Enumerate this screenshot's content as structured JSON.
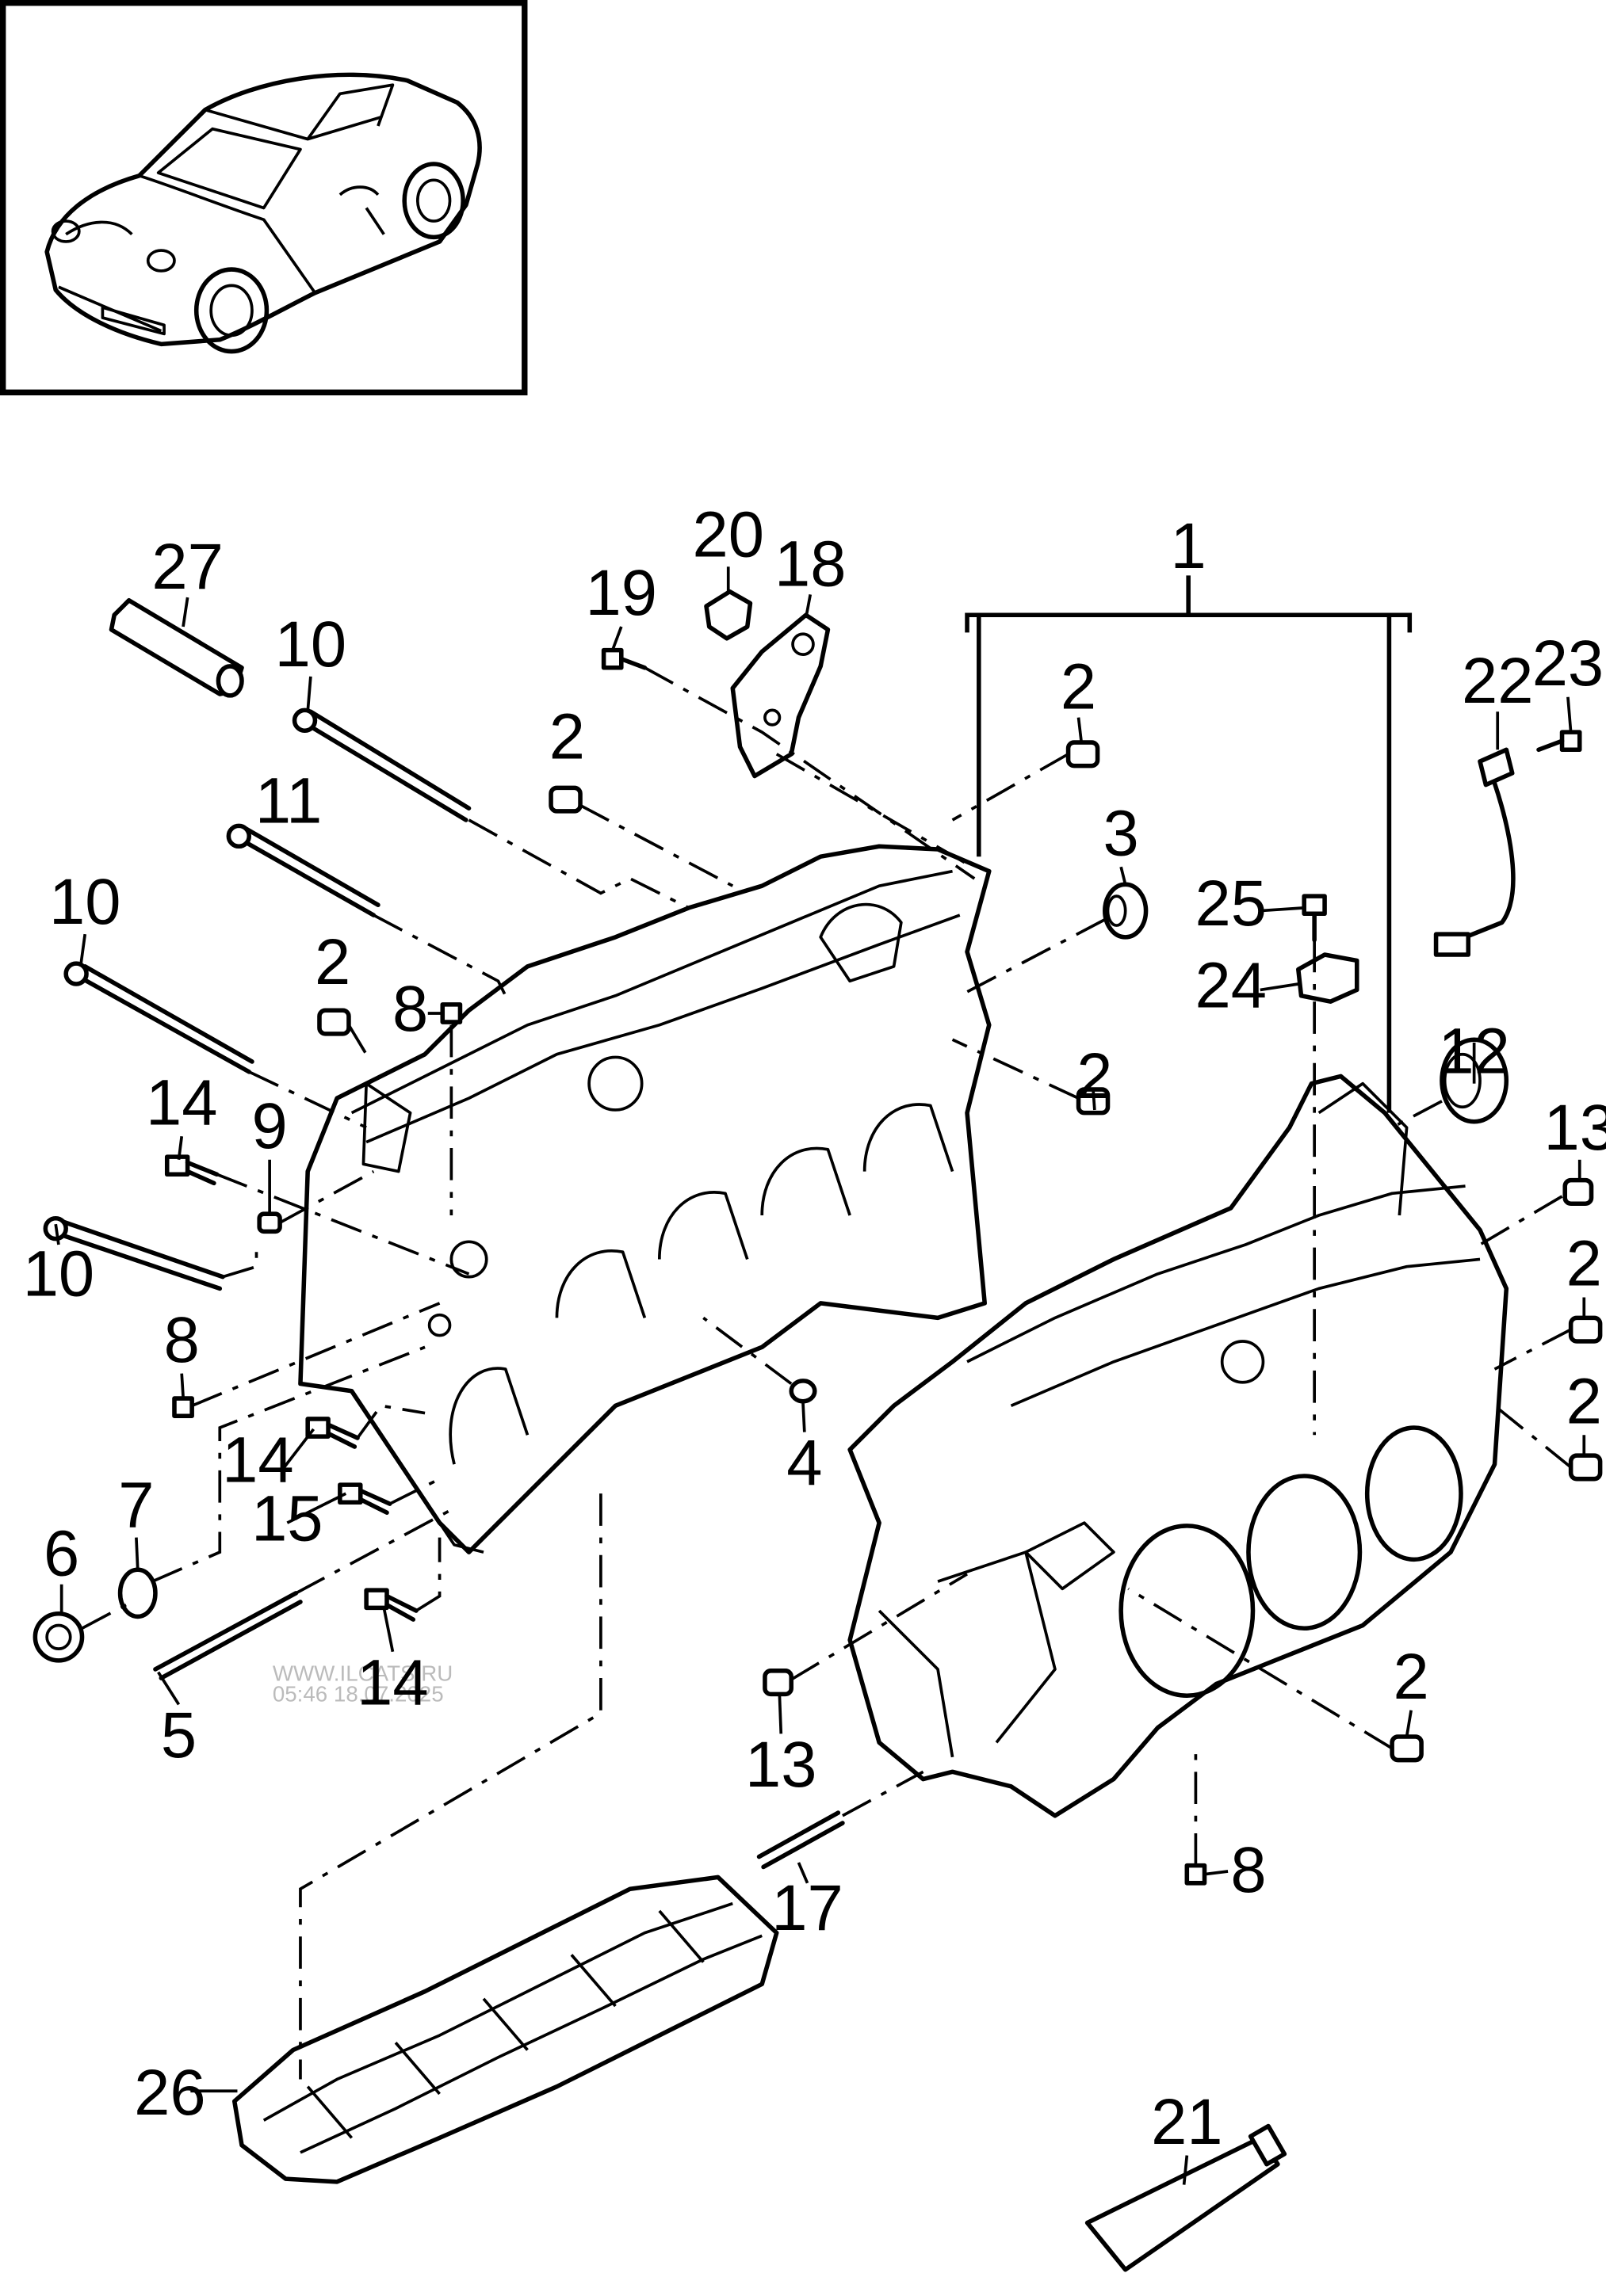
{
  "figure": {
    "callouts": [
      {
        "id": "c1",
        "label": "1"
      },
      {
        "id": "c2a",
        "label": "2"
      },
      {
        "id": "c2b",
        "label": "2"
      },
      {
        "id": "c2c",
        "label": "2"
      },
      {
        "id": "c2d",
        "label": "2"
      },
      {
        "id": "c2e",
        "label": "2"
      },
      {
        "id": "c2f",
        "label": "2"
      },
      {
        "id": "c2g",
        "label": "2"
      },
      {
        "id": "c3",
        "label": "3"
      },
      {
        "id": "c4",
        "label": "4"
      },
      {
        "id": "c5",
        "label": "5"
      },
      {
        "id": "c6",
        "label": "6"
      },
      {
        "id": "c7",
        "label": "7"
      },
      {
        "id": "c8a",
        "label": "8"
      },
      {
        "id": "c8b",
        "label": "8"
      },
      {
        "id": "c8c",
        "label": "8"
      },
      {
        "id": "c9",
        "label": "9"
      },
      {
        "id": "c10a",
        "label": "10"
      },
      {
        "id": "c10b",
        "label": "10"
      },
      {
        "id": "c10c",
        "label": "10"
      },
      {
        "id": "c11",
        "label": "11"
      },
      {
        "id": "c12",
        "label": "12"
      },
      {
        "id": "c13a",
        "label": "13"
      },
      {
        "id": "c13b",
        "label": "13"
      },
      {
        "id": "c14a",
        "label": "14"
      },
      {
        "id": "c14b",
        "label": "14"
      },
      {
        "id": "c14c",
        "label": "14"
      },
      {
        "id": "c15",
        "label": "15"
      },
      {
        "id": "c17",
        "label": "17"
      },
      {
        "id": "c18",
        "label": "18"
      },
      {
        "id": "c19",
        "label": "19"
      },
      {
        "id": "c20",
        "label": "20"
      },
      {
        "id": "c21",
        "label": "21"
      },
      {
        "id": "c22",
        "label": "22"
      },
      {
        "id": "c23",
        "label": "23"
      },
      {
        "id": "c24",
        "label": "24"
      },
      {
        "id": "c25",
        "label": "25"
      },
      {
        "id": "c26",
        "label": "26"
      },
      {
        "id": "c27",
        "label": "27"
      }
    ],
    "watermark": {
      "site": "WWW.ILCATS.RU",
      "stamp": "05:46 18.07.2025"
    }
  }
}
